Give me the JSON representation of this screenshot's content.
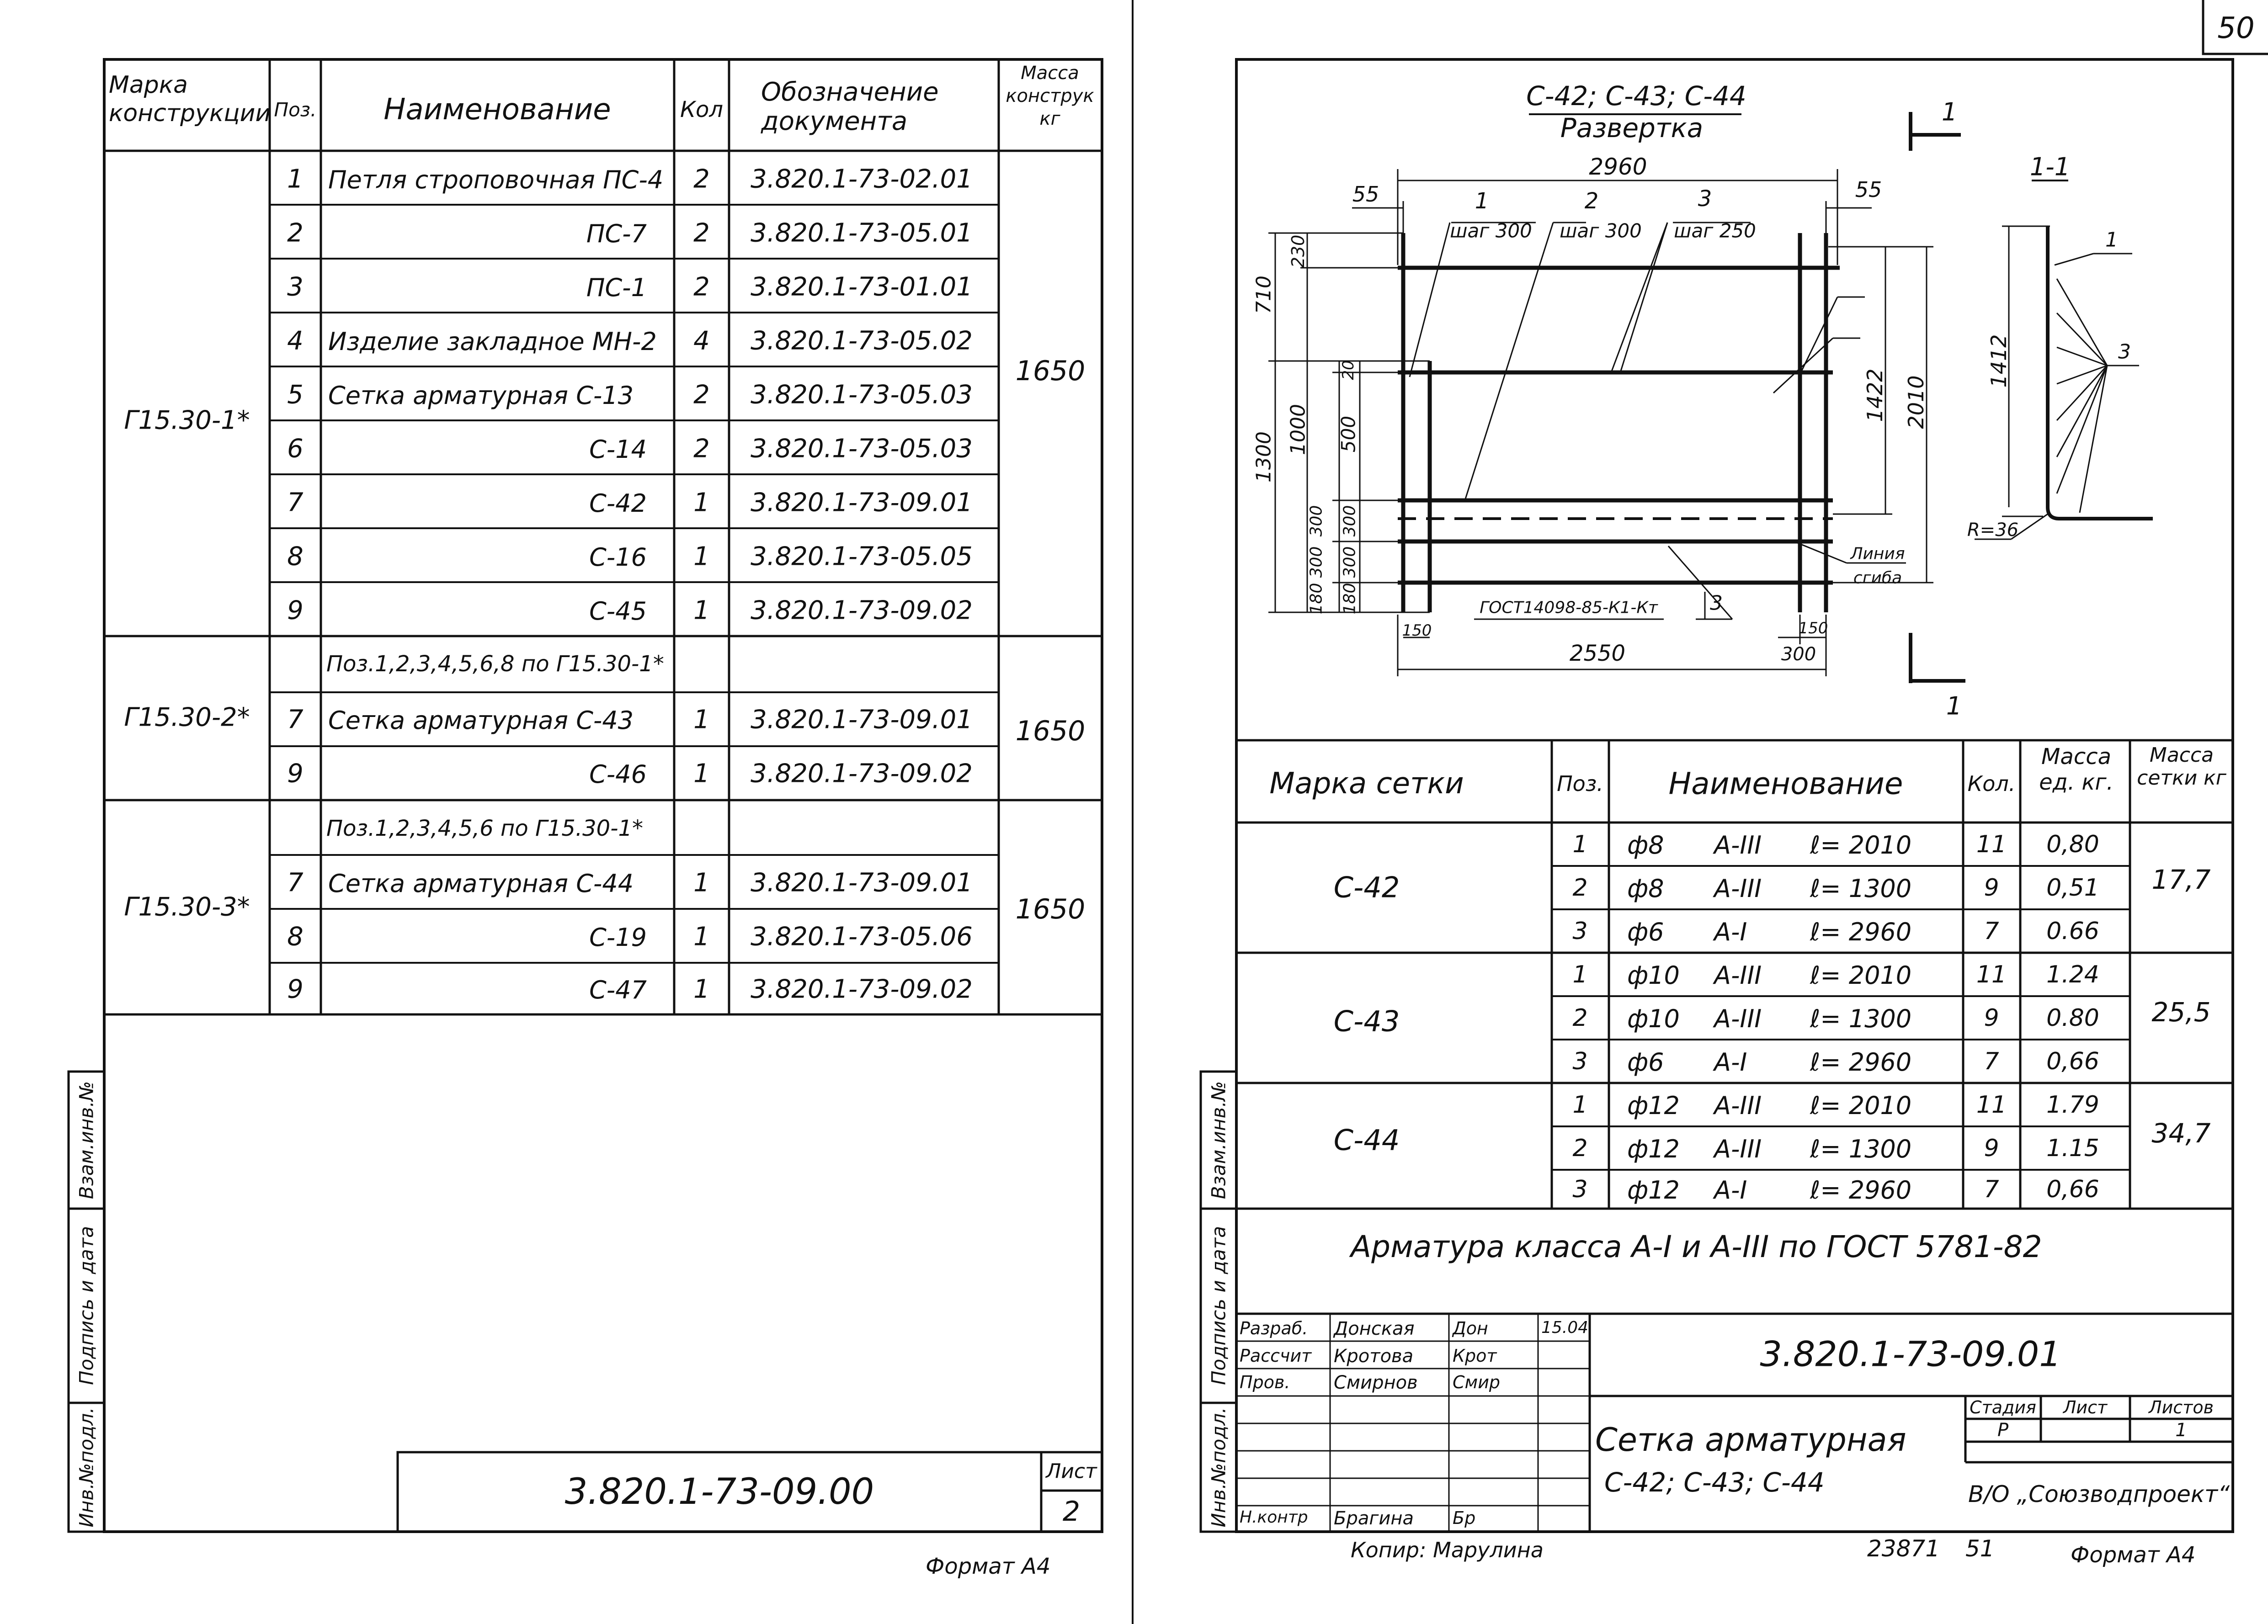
{
  "corner_page": "50",
  "left_sheet": {
    "headers": {
      "mark": "Марка конструкции",
      "pos": "Поз.",
      "name": "Наименование",
      "qty": "Кол",
      "doc": "Обозначение документа",
      "mass": "Масса конструк кг"
    },
    "groups": [
      {
        "mark": "Г15.30-1*",
        "mass": "1650",
        "rows": [
          {
            "pos": "1",
            "name": "Петля строповочная ПС-4",
            "qty": "2",
            "doc": "3.820.1-73-02.01"
          },
          {
            "pos": "2",
            "name": "ПС-7",
            "qty": "2",
            "doc": "3.820.1-73-05.01"
          },
          {
            "pos": "3",
            "name": "ПС-1",
            "qty": "2",
            "doc": "3.820.1-73-01.01"
          },
          {
            "pos": "4",
            "name": "Изделие закладное МН-2",
            "qty": "4",
            "doc": "3.820.1-73-05.02"
          },
          {
            "pos": "5",
            "name": "Сетка арматурная С-13",
            "qty": "2",
            "doc": "3.820.1-73-05.03"
          },
          {
            "pos": "6",
            "name": "С-14",
            "qty": "2",
            "doc": "3.820.1-73-05.03"
          },
          {
            "pos": "7",
            "name": "С-42",
            "qty": "1",
            "doc": "3.820.1-73-09.01"
          },
          {
            "pos": "8",
            "name": "С-16",
            "qty": "1",
            "doc": "3.820.1-73-05.05"
          },
          {
            "pos": "9",
            "name": "С-45",
            "qty": "1",
            "doc": "3.820.1-73-09.02"
          }
        ]
      },
      {
        "mark": "Г15.30-2*",
        "mass": "1650",
        "note": "Поз.1,2,3,4,5,6,8 по Г15.30-1*",
        "rows": [
          {
            "pos": "7",
            "name": "Сетка арматурная С-43",
            "qty": "1",
            "doc": "3.820.1-73-09.01"
          },
          {
            "pos": "9",
            "name": "С-46",
            "qty": "1",
            "doc": "3.820.1-73-09.02"
          }
        ]
      },
      {
        "mark": "Г15.30-3*",
        "mass": "1650",
        "note": "Поз.1,2,3,4,5,6 по Г15.30-1*",
        "rows": [
          {
            "pos": "7",
            "name": "Сетка арматурная С-44",
            "qty": "1",
            "doc": "3.820.1-73-09.01"
          },
          {
            "pos": "8",
            "name": "С-19",
            "qty": "1",
            "doc": "3.820.1-73-05.06"
          },
          {
            "pos": "9",
            "name": "С-47",
            "qty": "1",
            "doc": "3.820.1-73-09.02"
          }
        ]
      }
    ],
    "side_labels": [
      "Взам.инв.№",
      "Подпись и дата",
      "Инв.№подл."
    ],
    "stamp_doc": "3.820.1-73-09.00",
    "sheet_label": "Лист",
    "sheet_no": "2",
    "format": "Формат А4"
  },
  "right_sheet": {
    "drawing": {
      "title": "С-42; С-43; С-44",
      "subtitle": "Развертка",
      "section_label": "1-1",
      "cut_mark": "1",
      "dims": {
        "total_top": "2960",
        "left_off": "55",
        "right_off": "55",
        "bottom_total": "2550",
        "bottom_left": "150",
        "bottom_right_a": "150",
        "bottom_right_b": "300",
        "h_right_a": "1422",
        "h_right_b": "2010",
        "h_left_a": "710",
        "h_left_b": "230",
        "h_left_c": "1300",
        "h_left_d": "1000",
        "h_left_e": "20",
        "h_left_f": "500",
        "h_left_g": "300",
        "h_left_h": "180",
        "section_height": "1412",
        "radius": "R=36"
      },
      "callouts": {
        "p1": "1",
        "p2": "2",
        "p3": "3",
        "step1": "шаг 300",
        "step2": "шаг 300",
        "step3": "шаг 250",
        "bend_line_1": "Линия",
        "bend_line_2": "сгиба",
        "gost": "ГОСТ14098-85-К1-Кт",
        "gost_pos": "3",
        "sec_p1": "1",
        "sec_p3": "3"
      }
    },
    "table_headers": {
      "mark": "Марка сетки",
      "pos": "Поз.",
      "name": "Наименование",
      "qty": "Кол.",
      "unit_mass": "Масса ед. кг.",
      "mesh_mass": "Масса сетки кг"
    },
    "meshes": [
      {
        "mark": "С-42",
        "mass": "17,7",
        "rows": [
          {
            "pos": "1",
            "dia": "ф8",
            "cls": "А-III",
            "len": "ℓ= 2010",
            "qty": "11",
            "mass": "0,80"
          },
          {
            "pos": "2",
            "dia": "ф8",
            "cls": "А-III",
            "len": "ℓ= 1300",
            "qty": "9",
            "mass": "0,51"
          },
          {
            "pos": "3",
            "dia": "ф6",
            "cls": "А-I",
            "len": "ℓ= 2960",
            "qty": "7",
            "mass": "0.66"
          }
        ]
      },
      {
        "mark": "С-43",
        "mass": "25,5",
        "rows": [
          {
            "pos": "1",
            "dia": "ф10",
            "cls": "А-III",
            "len": "ℓ= 2010",
            "qty": "11",
            "mass": "1.24"
          },
          {
            "pos": "2",
            "dia": "ф10",
            "cls": "А-III",
            "len": "ℓ= 1300",
            "qty": "9",
            "mass": "0.80"
          },
          {
            "pos": "3",
            "dia": "ф6",
            "cls": "А-I",
            "len": "ℓ= 2960",
            "qty": "7",
            "mass": "0,66"
          }
        ]
      },
      {
        "mark": "С-44",
        "mass": "34,7",
        "rows": [
          {
            "pos": "1",
            "dia": "ф12",
            "cls": "А-III",
            "len": "ℓ= 2010",
            "qty": "11",
            "mass": "1.79"
          },
          {
            "pos": "2",
            "dia": "ф12",
            "cls": "А-III",
            "len": "ℓ= 1300",
            "qty": "9",
            "mass": "1.15"
          },
          {
            "pos": "3",
            "dia": "ф12",
            "cls": "А-I",
            "len": "ℓ= 2960",
            "qty": "7",
            "mass": "0,66"
          }
        ]
      }
    ],
    "note": "Арматура класса А-I и А-III по ГОСТ 5781-82",
    "side_labels": [
      "Взам.инв.№",
      "Подпись и дата",
      "Инв.№подл."
    ],
    "titleblock": {
      "roles": [
        {
          "role": "Разраб.",
          "name": "Донская",
          "sign": "Дон",
          "date": "15.04"
        },
        {
          "role": "Рассчит",
          "name": "Кротова",
          "sign": "Крот",
          "date": ""
        },
        {
          "role": "Пров.",
          "name": "Смирнов",
          "sign": "Смир",
          "date": ""
        },
        {
          "role": "Н.контр",
          "name": "Брагина",
          "sign": "Бр",
          "date": ""
        }
      ],
      "doc": "3.820.1-73-09.01",
      "title_line1": "Сетка арматурная",
      "title_line2": "С-42; С-43; С-44",
      "stage_label": "Стадия",
      "sheet_label": "Лист",
      "sheets_label": "Листов",
      "stage": "Р",
      "sheets": "1",
      "org": "В/О „Союзводпроект“"
    },
    "footer": {
      "copied": "Копир: Марулина",
      "num1": "23871",
      "num2": "51",
      "format": "Формат А4"
    }
  }
}
